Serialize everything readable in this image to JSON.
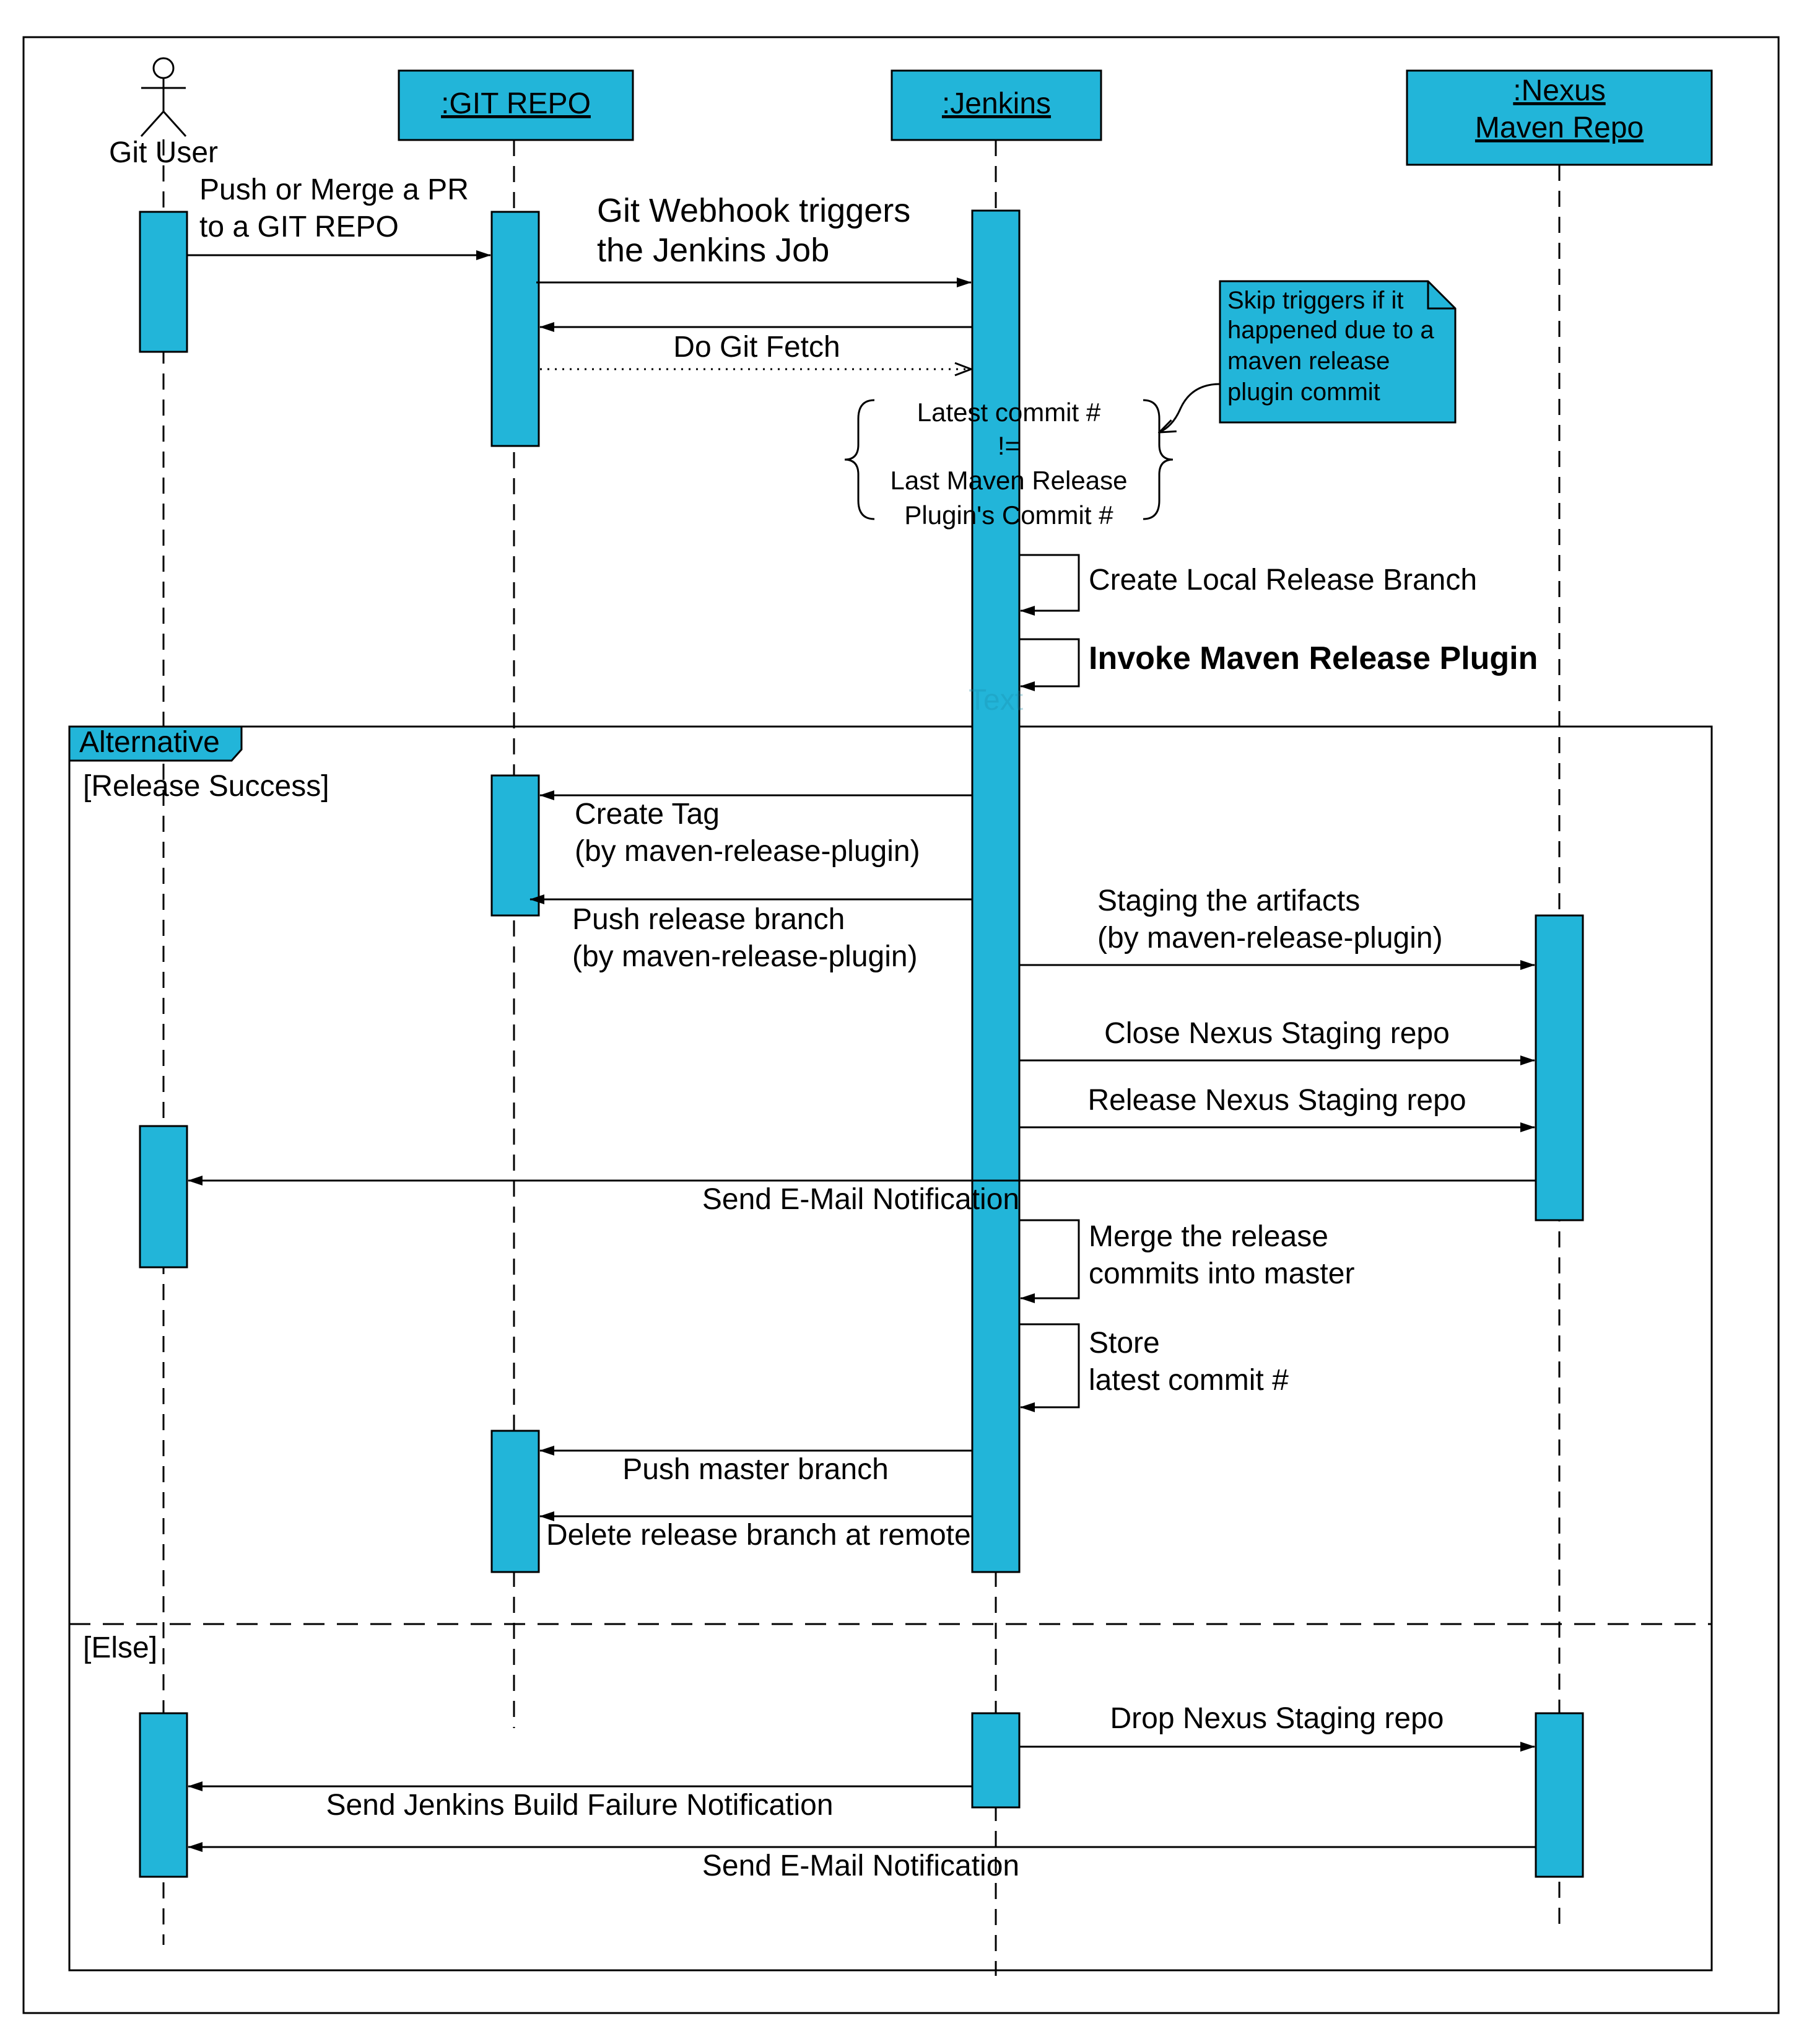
{
  "colors": {
    "accent": "#22b5d9",
    "line": "#000000",
    "background": "#ffffff"
  },
  "participants": {
    "git_user": "Git User",
    "git_repo": ":GIT REPO",
    "jenkins": ":Jenkins",
    "nexus_line1": ":Nexus",
    "nexus_line2": "Maven Repo"
  },
  "messages": {
    "push_line1": "Push or Merge a PR",
    "push_line2": "to a GIT REPO",
    "webhook_line1": "Git Webhook triggers",
    "webhook_line2": "the Jenkins Job",
    "git_fetch": "Do Git Fetch",
    "local_branch": "Create Local Release Branch",
    "invoke_plugin": "Invoke Maven Release Plugin",
    "stray_text": "Text",
    "create_tag_line1": "Create Tag",
    "create_tag_line2": "(by maven-release-plugin)",
    "push_release_line1": "Push release branch",
    "push_release_line2": "(by maven-release-plugin)",
    "staging_line1": "Staging the artifacts",
    "staging_line2": "(by maven-release-plugin)",
    "close_staging": "Close Nexus Staging repo",
    "release_staging": "Release Nexus Staging repo",
    "email_success": "Send E-Mail Notification",
    "merge_line1": "Merge the release",
    "merge_line2": "commits into master",
    "store_line1": "Store",
    "store_line2": "latest commit #",
    "push_master": "Push master branch",
    "delete_branch": "Delete release branch at remote",
    "drop_staging": "Drop Nexus Staging repo",
    "build_failure": "Send Jenkins Build Failure Notification",
    "email_else": "Send E-Mail Notification"
  },
  "note": {
    "line1": "Skip triggers if it",
    "line2": "happened due to a",
    "line3": "maven release",
    "line4": "plugin commit"
  },
  "condition": {
    "line1": "Latest commit #",
    "line2": "!=",
    "line3": "Last Maven Release",
    "line4": "Plugin's Commit #"
  },
  "fragment": {
    "label": "Alternative",
    "guard_success": "[Release Success]",
    "guard_else": "[Else]"
  }
}
